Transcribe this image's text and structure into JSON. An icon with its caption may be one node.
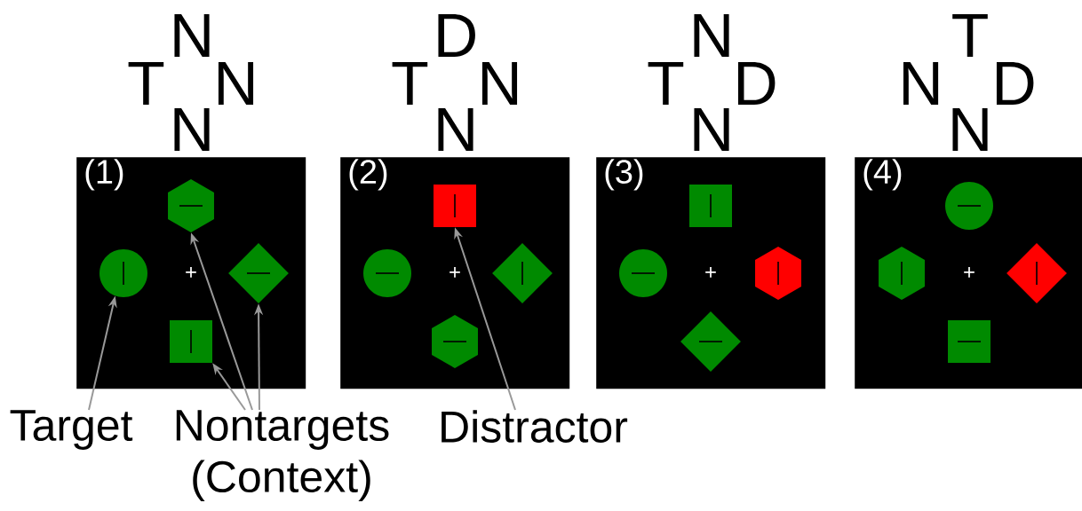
{
  "diagram": {
    "nodes": [
      {
        "text": [
          "(1)"
        ]
      },
      {
        "text": [],
        "shape": "hexagon",
        "in": 0
      },
      {
        "text": [],
        "shape": "circle",
        "in": 0
      },
      {
        "text": [],
        "shape": "diamond",
        "in": 0
      },
      {
        "text": [],
        "shape": "box",
        "in": 0
      },
      {
        "text": [
          "(2)"
        ]
      },
      {
        "text": [],
        "shape": "box",
        "in": 5
      },
      {
        "text": [],
        "shape": "circle",
        "in": 5
      },
      {
        "text": [],
        "shape": "diamond",
        "in": 5
      },
      {
        "text": [],
        "shape": "hexagon",
        "in": 5
      },
      {
        "text": [
          "(3)"
        ]
      },
      {
        "text": [],
        "shape": "box",
        "in": 10
      },
      {
        "text": [],
        "shape": "circle",
        "in": 10
      },
      {
        "text": [],
        "shape": "hexagon",
        "in": 10
      },
      {
        "text": [],
        "shape": "diamond",
        "in": 10
      },
      {
        "text": [
          "(4)"
        ]
      },
      {
        "text": [],
        "shape": "circle",
        "in": 15
      },
      {
        "text": [],
        "shape": "hexagon",
        "in": 15
      },
      {
        "text": [],
        "shape": "diamond",
        "in": 15
      },
      {
        "text": [],
        "shape": "box",
        "in": 15
      },
      {
        "text": [
          "Target"
        ]
      },
      {
        "text": [
          "Nontargets (Context)"
        ]
      },
      {
        "text": [
          "Distractor"
        ]
      }
    ],
    "edges": [
      {
        "from": 20,
        "to": 2,
        "arrow": "to"
      },
      {
        "from": 21,
        "to": 4,
        "arrow": "to"
      },
      {
        "from": 21,
        "to": 1,
        "arrow": "to"
      },
      {
        "from": 21,
        "to": 3,
        "arrow": "to"
      },
      {
        "from": 22,
        "to": 6,
        "arrow": "to"
      }
    ],
    "labels": [
      "N",
      "T",
      "N",
      "N",
      "D",
      "T",
      "N",
      "N",
      "N",
      "T",
      "D",
      "N",
      "T",
      "N",
      "D",
      "N",
      "+",
      "+",
      "+",
      "+"
    ]
  }
}
